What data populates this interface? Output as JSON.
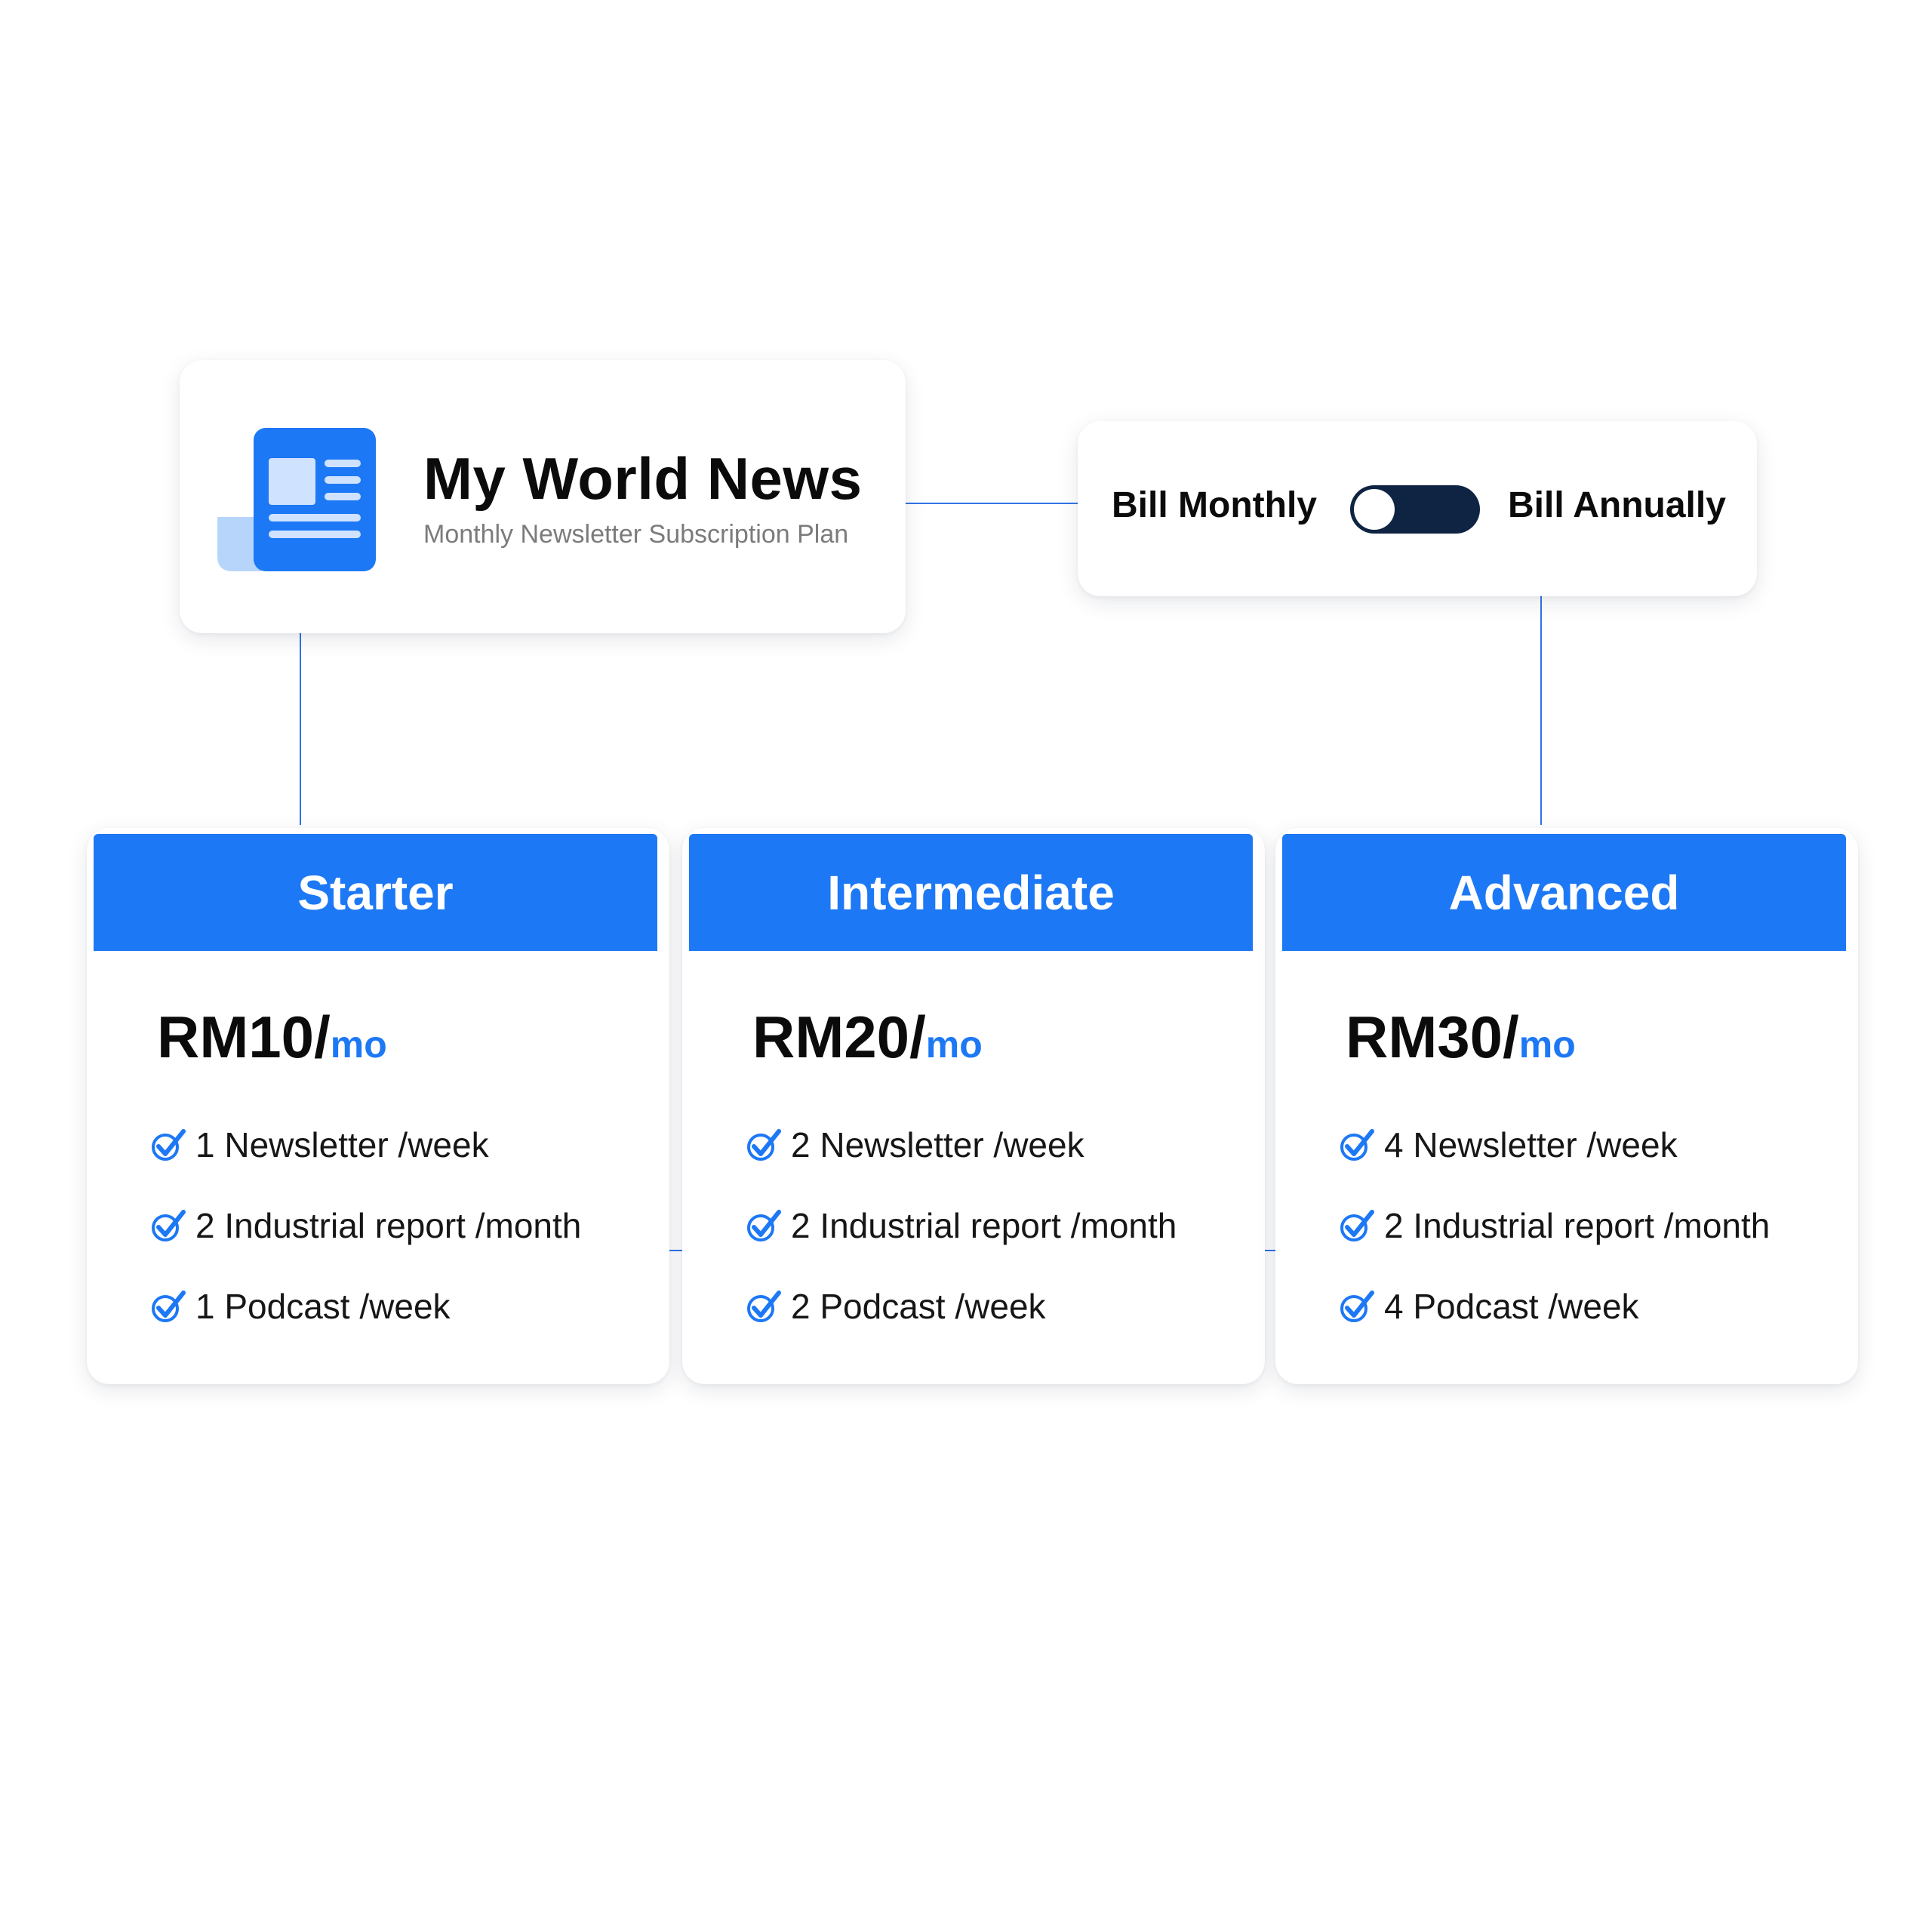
{
  "brand": {
    "title": "My World News",
    "subtitle": "Monthly Newsletter Subscription Plan",
    "logo_icon": "newspaper-icon"
  },
  "billing": {
    "monthly_label": "Bill Monthly",
    "annually_label": "Bill Annually",
    "toggle_state": "monthly"
  },
  "colors": {
    "accent": "#1d78f5",
    "connector": "#2f74e6",
    "toggle_track": "#0e2442",
    "text": "#0b0b0b",
    "subtitle": "#7b7b7b"
  },
  "plans": [
    {
      "name": "Starter",
      "price": "RM10/",
      "period": "mo",
      "features": [
        "1 Newsletter  /week",
        "2 Industrial report  /month",
        "1 Podcast  /week"
      ]
    },
    {
      "name": "Intermediate",
      "price": "RM20/",
      "period": "mo",
      "features": [
        "2 Newsletter  /week",
        "2 Industrial report  /month",
        "2 Podcast  /week"
      ]
    },
    {
      "name": "Advanced",
      "price": "RM30/",
      "period": "mo",
      "features": [
        "4 Newsletter  /week",
        "2 Industrial report  /month",
        "4 Podcast  /week"
      ]
    }
  ],
  "icons": {
    "feature_bullet": "check-icon"
  }
}
